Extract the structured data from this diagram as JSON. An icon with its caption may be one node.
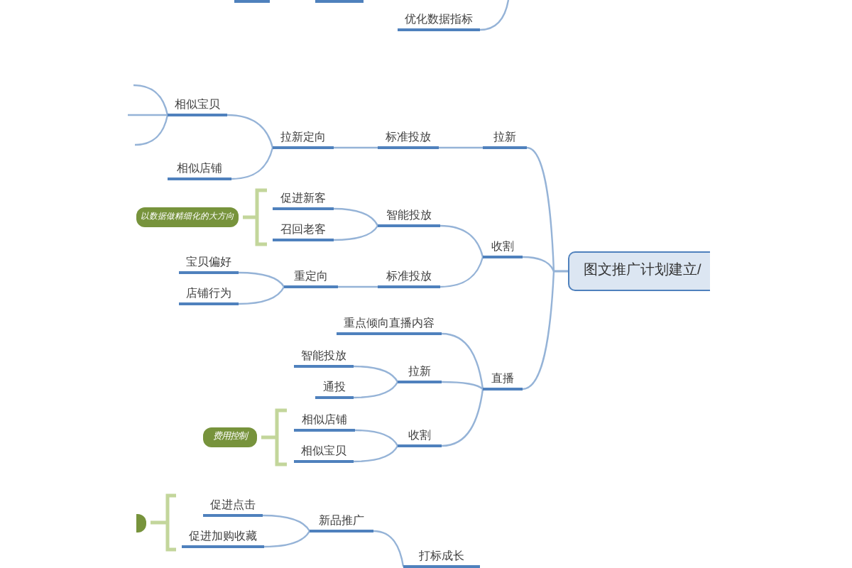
{
  "diagram": {
    "nodes": [
      {
        "text": [
          "优化数据指标"
        ]
      },
      {
        "text": [
          "相似宝贝"
        ]
      },
      {
        "text": [
          "拉新定向"
        ]
      },
      {
        "text": [
          "标准投放"
        ]
      },
      {
        "text": [
          "拉新"
        ]
      },
      {
        "text": [
          "相似店铺"
        ]
      },
      {
        "text": [
          "以数据做精细化的大方向"
        ]
      },
      {
        "text": [
          "促进新客"
        ]
      },
      {
        "text": [
          "智能投放"
        ]
      },
      {
        "text": [
          "召回老客"
        ]
      },
      {
        "text": [
          "收割"
        ]
      },
      {
        "text": [
          "图文推广计划建立/"
        ]
      },
      {
        "text": [
          "宝贝偏好"
        ]
      },
      {
        "text": [
          "重定向"
        ]
      },
      {
        "text": [
          "标准投放"
        ]
      },
      {
        "text": [
          "店铺行为"
        ]
      },
      {
        "text": [
          "重点倾向直播内容"
        ]
      },
      {
        "text": [
          "智能投放"
        ]
      },
      {
        "text": [
          "拉新"
        ]
      },
      {
        "text": [
          "直播"
        ]
      },
      {
        "text": [
          "通投"
        ]
      },
      {
        "text": [
          "相似店铺"
        ]
      },
      {
        "text": [
          "费用控制"
        ]
      },
      {
        "text": [
          "收割"
        ]
      },
      {
        "text": [
          "相似宝贝"
        ]
      },
      {
        "text": [
          "促进点击"
        ]
      },
      {
        "text": [
          "新品推广"
        ]
      },
      {
        "text": [],
        "shape": "box"
      },
      {
        "text": [
          "促进加购收藏"
        ]
      },
      {
        "text": [
          "打标成长"
        ]
      }
    ],
    "edges": [
      {
        "from": null,
        "to": 0,
        "arrow": "none"
      },
      {
        "from": 1,
        "to": null,
        "arrow": "none"
      },
      {
        "from": 1,
        "to": null,
        "arrow": "none"
      },
      {
        "from": 1,
        "to": null,
        "arrow": "none"
      },
      {
        "from": 11,
        "to": 4,
        "arrow": "none"
      },
      {
        "from": 4,
        "to": 3,
        "arrow": "none"
      },
      {
        "from": 3,
        "to": 2,
        "arrow": "none"
      },
      {
        "from": 2,
        "to": 1,
        "arrow": "none"
      },
      {
        "from": 2,
        "to": 5,
        "arrow": "none"
      },
      {
        "from": 11,
        "to": 10,
        "arrow": "none"
      },
      {
        "from": 10,
        "to": 8,
        "arrow": "none"
      },
      {
        "from": 8,
        "to": 7,
        "arrow": "none"
      },
      {
        "from": 8,
        "to": 9,
        "arrow": "none"
      },
      {
        "from": 10,
        "to": 14,
        "arrow": "none"
      },
      {
        "from": 14,
        "to": 13,
        "arrow": "none"
      },
      {
        "from": 13,
        "to": 12,
        "arrow": "none"
      },
      {
        "from": 13,
        "to": 15,
        "arrow": "none"
      },
      {
        "from": 11,
        "to": 19,
        "arrow": "none"
      },
      {
        "from": 19,
        "to": 16,
        "arrow": "none"
      },
      {
        "from": 19,
        "to": 18,
        "arrow": "none"
      },
      {
        "from": 18,
        "to": 17,
        "arrow": "none"
      },
      {
        "from": 18,
        "to": 20,
        "arrow": "none"
      },
      {
        "from": 19,
        "to": 23,
        "arrow": "none"
      },
      {
        "from": 23,
        "to": 21,
        "arrow": "none"
      },
      {
        "from": 23,
        "to": 24,
        "arrow": "none"
      },
      {
        "from": 29,
        "to": 26,
        "arrow": "none"
      },
      {
        "from": 26,
        "to": 25,
        "arrow": "none"
      },
      {
        "from": 26,
        "to": 28,
        "arrow": "none"
      }
    ]
  }
}
